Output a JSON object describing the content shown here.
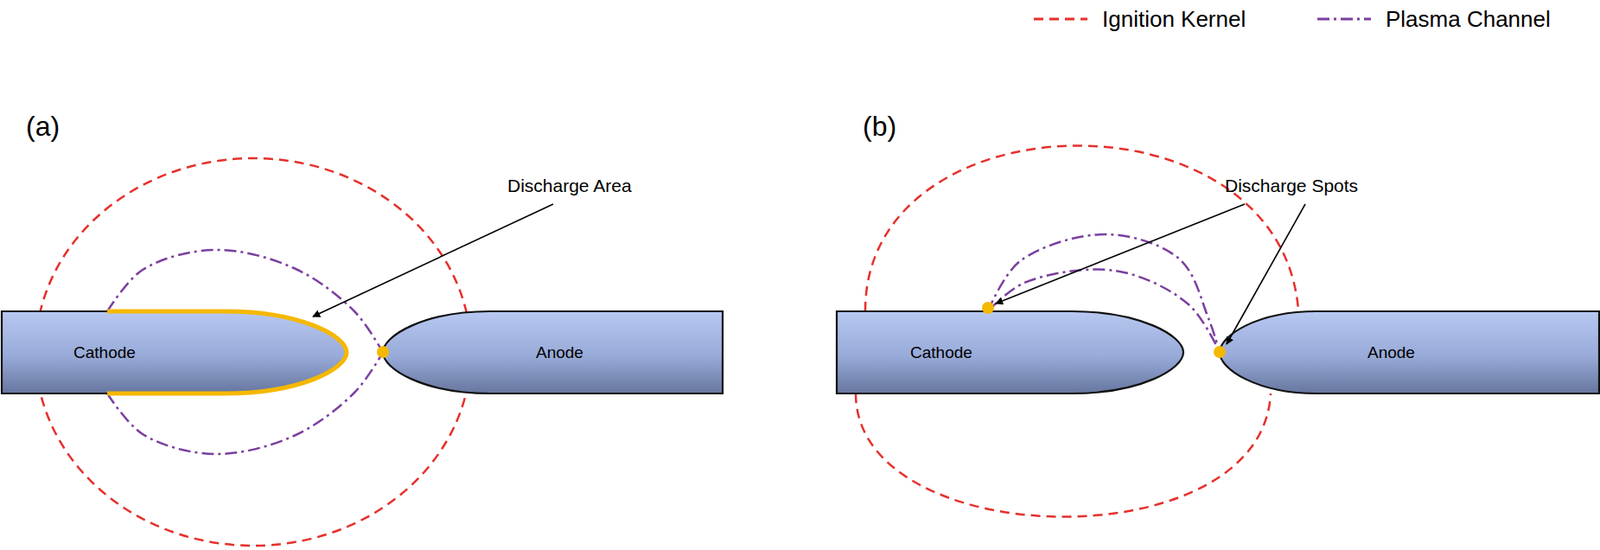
{
  "diagram": {
    "nodes": [
      {
        "text": [
          "Cathode"
        ]
      },
      {
        "text": [
          "Anode"
        ]
      },
      {
        "text": [
          "Cathode"
        ]
      },
      {
        "text": [
          "Anode"
        ]
      }
    ],
    "edges": [
      {
        "from": 0,
        "to": 1,
        "arrow": "none"
      },
      {
        "from": 0,
        "to": 1,
        "arrow": "none"
      },
      {
        "from": 2,
        "to": 3,
        "arrow": "none"
      },
      {
        "from": 2,
        "to": 3,
        "arrow": "none"
      }
    ],
    "labels": [
      "(a)",
      "(b)",
      "Discharge Area",
      "Discharge Spots"
    ],
    "legend": [
      {
        "text": "Ignition Kernel"
      },
      {
        "text": "Plasma Channel"
      }
    ]
  }
}
